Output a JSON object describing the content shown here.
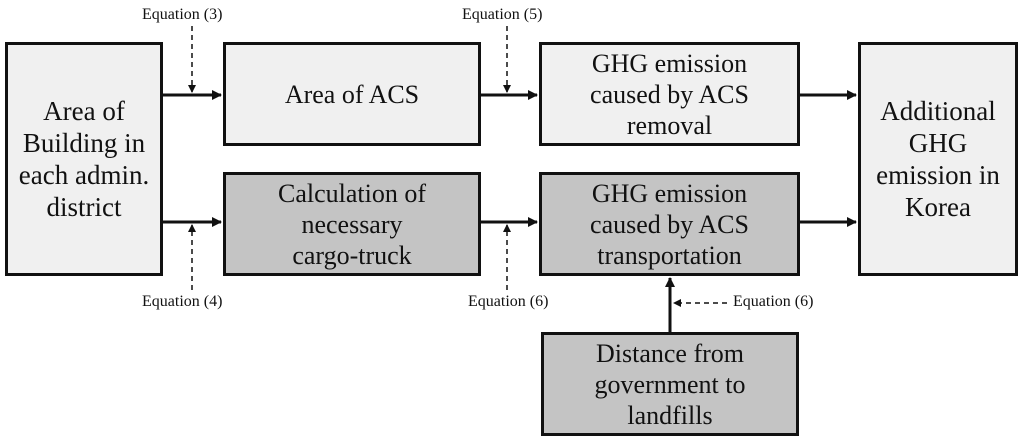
{
  "boxes": {
    "area_building": "Area of\nBuilding in\neach admin.\ndistrict",
    "area_acs": "Area of ACS",
    "ghg_removal": "GHG emission\ncaused by ACS\nremoval",
    "calc_truck": "Calculation of\nnecessary\ncargo-truck",
    "ghg_transport": "GHG emission\ncaused by ACS\ntransportation",
    "distance": "Distance from\ngovernment to\nlandfills",
    "additional": "Additional\nGHG\nemission in\nKorea"
  },
  "equations": {
    "eq3": "Equation (3)",
    "eq5": "Equation (5)",
    "eq4": "Equation (4)",
    "eq6a": "Equation (6)",
    "eq6b": "Equation (6)"
  },
  "colors": {
    "light_box": "#f0f0f0",
    "dark_box": "#c4c4c4",
    "stroke": "#111111"
  }
}
